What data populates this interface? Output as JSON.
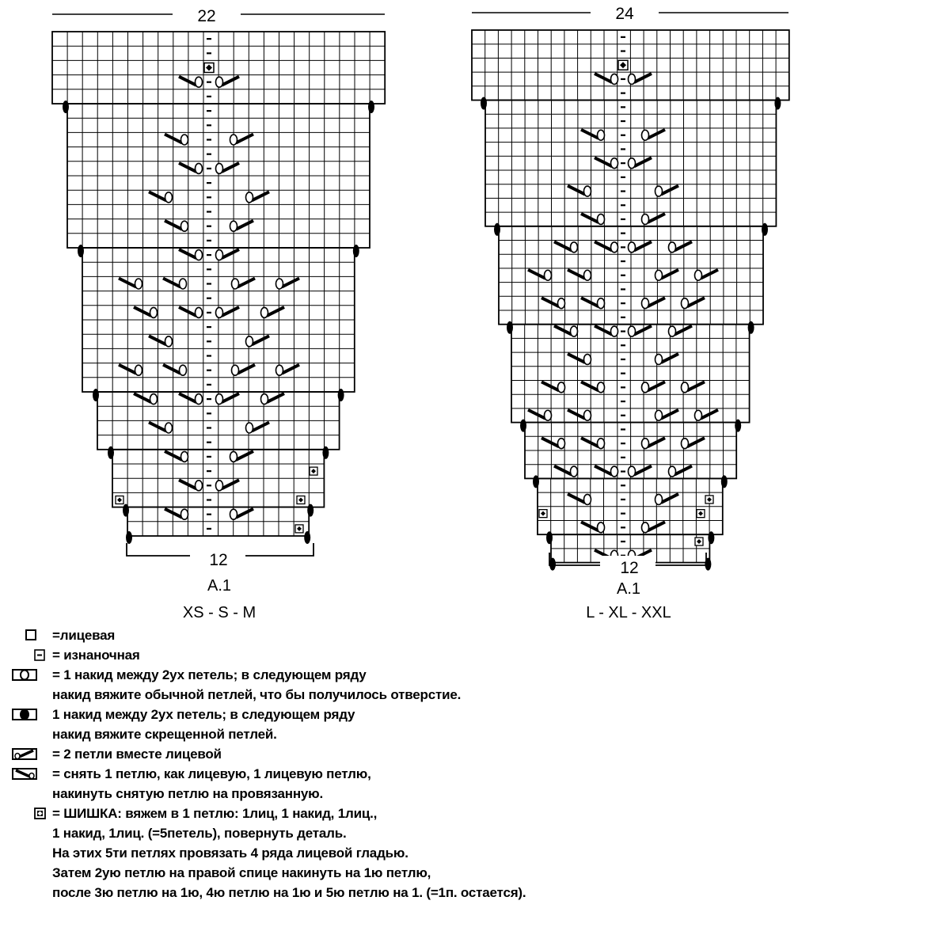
{
  "charts": [
    {
      "top_count": "22",
      "bottom_count": "12",
      "chart_name": "A.1",
      "sizes": "XS - S - M"
    },
    {
      "top_count": "24",
      "bottom_count": "12",
      "chart_name": "A.1",
      "sizes": "L - XL - XXL"
    }
  ],
  "legend": [
    {
      "icon": "knit-square-icon",
      "lines": [
        "=лицевая"
      ]
    },
    {
      "icon": "purl-square-icon",
      "lines": [
        "= изнаночная"
      ]
    },
    {
      "icon": "yarn-over-icon",
      "lines": [
        "= 1 накид между 2ух петель; в следующем ряду",
        "накид вяжите обычной петлей, что бы получилось отверстие."
      ]
    },
    {
      "icon": "yarn-over-twisted-icon",
      "lines": [
        "1 накид между 2ух петель; в следующем ряду",
        "накид вяжите скрещенной петлей."
      ]
    },
    {
      "icon": "k2tog-icon",
      "lines": [
        "= 2 петли вместе лицевой"
      ]
    },
    {
      "icon": "skp-icon",
      "lines": [
        "= снять 1 петлю, как лицевую, 1 лицевую петлю,",
        "накинуть снятую петлю на провязанную."
      ]
    },
    {
      "icon": "bobble-icon",
      "lines": [
        "= ШИШКА: вяжем в 1 петлю: 1лиц, 1 накид, 1лиц.,",
        "1 накид, 1лиц. (=5петель), повернуть деталь.",
        "На этих 5ти петлях провязать 4 ряда лицевой гладью.",
        "Затем 2ую петлю на правой спице накинуть на 1ю петлю,",
        "после 3ю петлю на 1ю, 4ю петлю на 1ю и 5ю петлю на 1. (=1п. остается)."
      ]
    }
  ]
}
